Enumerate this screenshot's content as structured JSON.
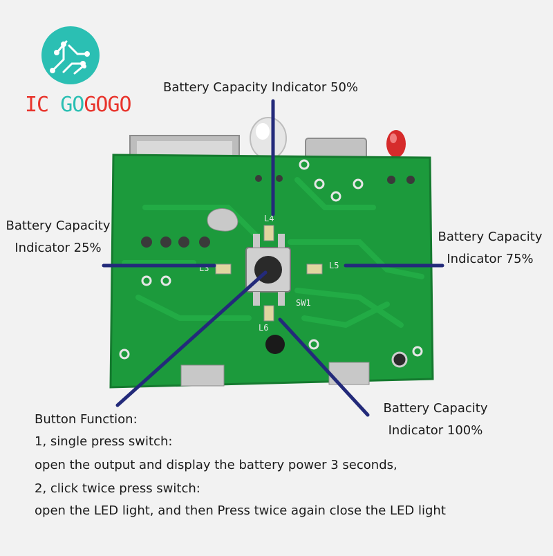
{
  "brand": {
    "logo_name": "IC GOGOGO",
    "prefix": "IC ",
    "part1": "GO",
    "part2": "GOGO",
    "colors": {
      "red": "#e8342c",
      "teal": "#2bbfb3"
    }
  },
  "labels": {
    "ind50": "Battery Capacity Indicator 50%",
    "ind25_line1": "Battery Capacity",
    "ind25_line2": "Indicator 25%",
    "ind75_line1": "Battery Capacity",
    "ind75_line2": "Indicator 75%",
    "ind100_line1": "Battery Capacity",
    "ind100_line2": "Indicator 100%"
  },
  "board_silkscreen": {
    "l3": "L3",
    "l4": "L4",
    "l5": "L5",
    "l6": "L6",
    "sw1": "SW1"
  },
  "button_function": {
    "title": "Button Function:",
    "line1": "1, single press switch:",
    "line2": "open the output and display the battery power 3 seconds,",
    "line3": "2, click twice press switch:",
    "line4": "open the LED light, and then Press twice again close the LED light"
  },
  "colors": {
    "pcb": "#1c9a3c",
    "pointer": "#232a7a",
    "background": "#f2f2f2"
  }
}
